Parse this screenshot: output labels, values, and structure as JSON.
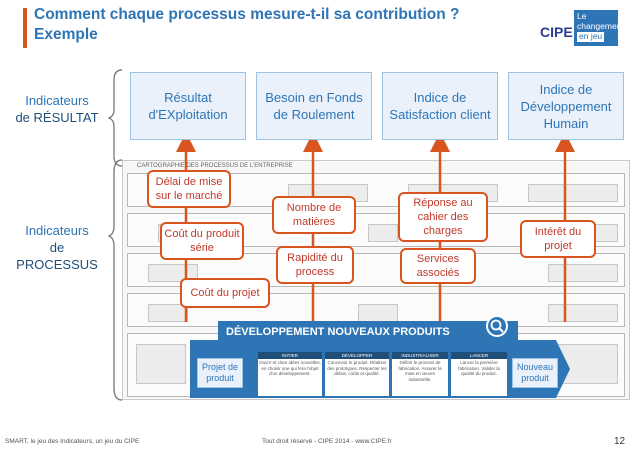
{
  "slide": {
    "title_line1": "Comment chaque processus mesure-t-il sa contribution ?",
    "title_line2": "Exemple"
  },
  "logo": {
    "brand": "CIPE",
    "line1": "Le",
    "line2": "changement",
    "line3": "en jeu"
  },
  "side_labels": {
    "result_line1": "Indicateurs",
    "result_line2": "de RÉSULTAT",
    "process_line1": "Indicateurs",
    "process_line2": "de PROCESSUS"
  },
  "result_indicators": [
    "Résultat d'EXploitation",
    "Besoin en Fonds de Roulement",
    "Indice de Satisfaction client",
    "Indice de Développement Humain"
  ],
  "process_indicators": [
    "Délai de mise sur le marché",
    "Coût du produit série",
    "Coût du projet",
    "Nombre de matières",
    "Rapidité du process",
    "Réponse au cahier des charges",
    "Services associés",
    "Intérêt du projet"
  ],
  "process_map": {
    "header": "CARTOGRAPHIE DES PROCESSUS DE L'ENTREPRISE"
  },
  "dnp": {
    "title": "DÉVELOPPEMENT NOUVEAUX PRODUITS",
    "input": "Projet de produit",
    "output": "Nouveau produit",
    "stages": [
      {
        "name": "INITIER",
        "text": "Ouvrir et clore idées nouvelles, en choisir une qui fera l'objet d'un développement."
      },
      {
        "name": "DÉVELOPPER",
        "text": "Concevoir le produit. Réaliser des prototypes. Respecter les délais, coûts et qualité."
      },
      {
        "name": "INDUSTRIALISER",
        "text": "Définir le process de fabrication. Assurer la mise en œuvre industrielle."
      },
      {
        "name": "LANCER",
        "text": "Lancer la première fabrication. Valider la qualité du produit."
      }
    ]
  },
  "footer": {
    "left": "SMART, le jeu des Indicateurs, un jeu du CIPE",
    "middle": "Tout droit réservé - CIPE 2014 - www.CIPE.fr",
    "page": "12"
  },
  "colors": {
    "title": "#2e75b6",
    "accent": "#d9541e",
    "indicator_border": "#d9541e",
    "dnp_blue": "#2e75b6"
  }
}
